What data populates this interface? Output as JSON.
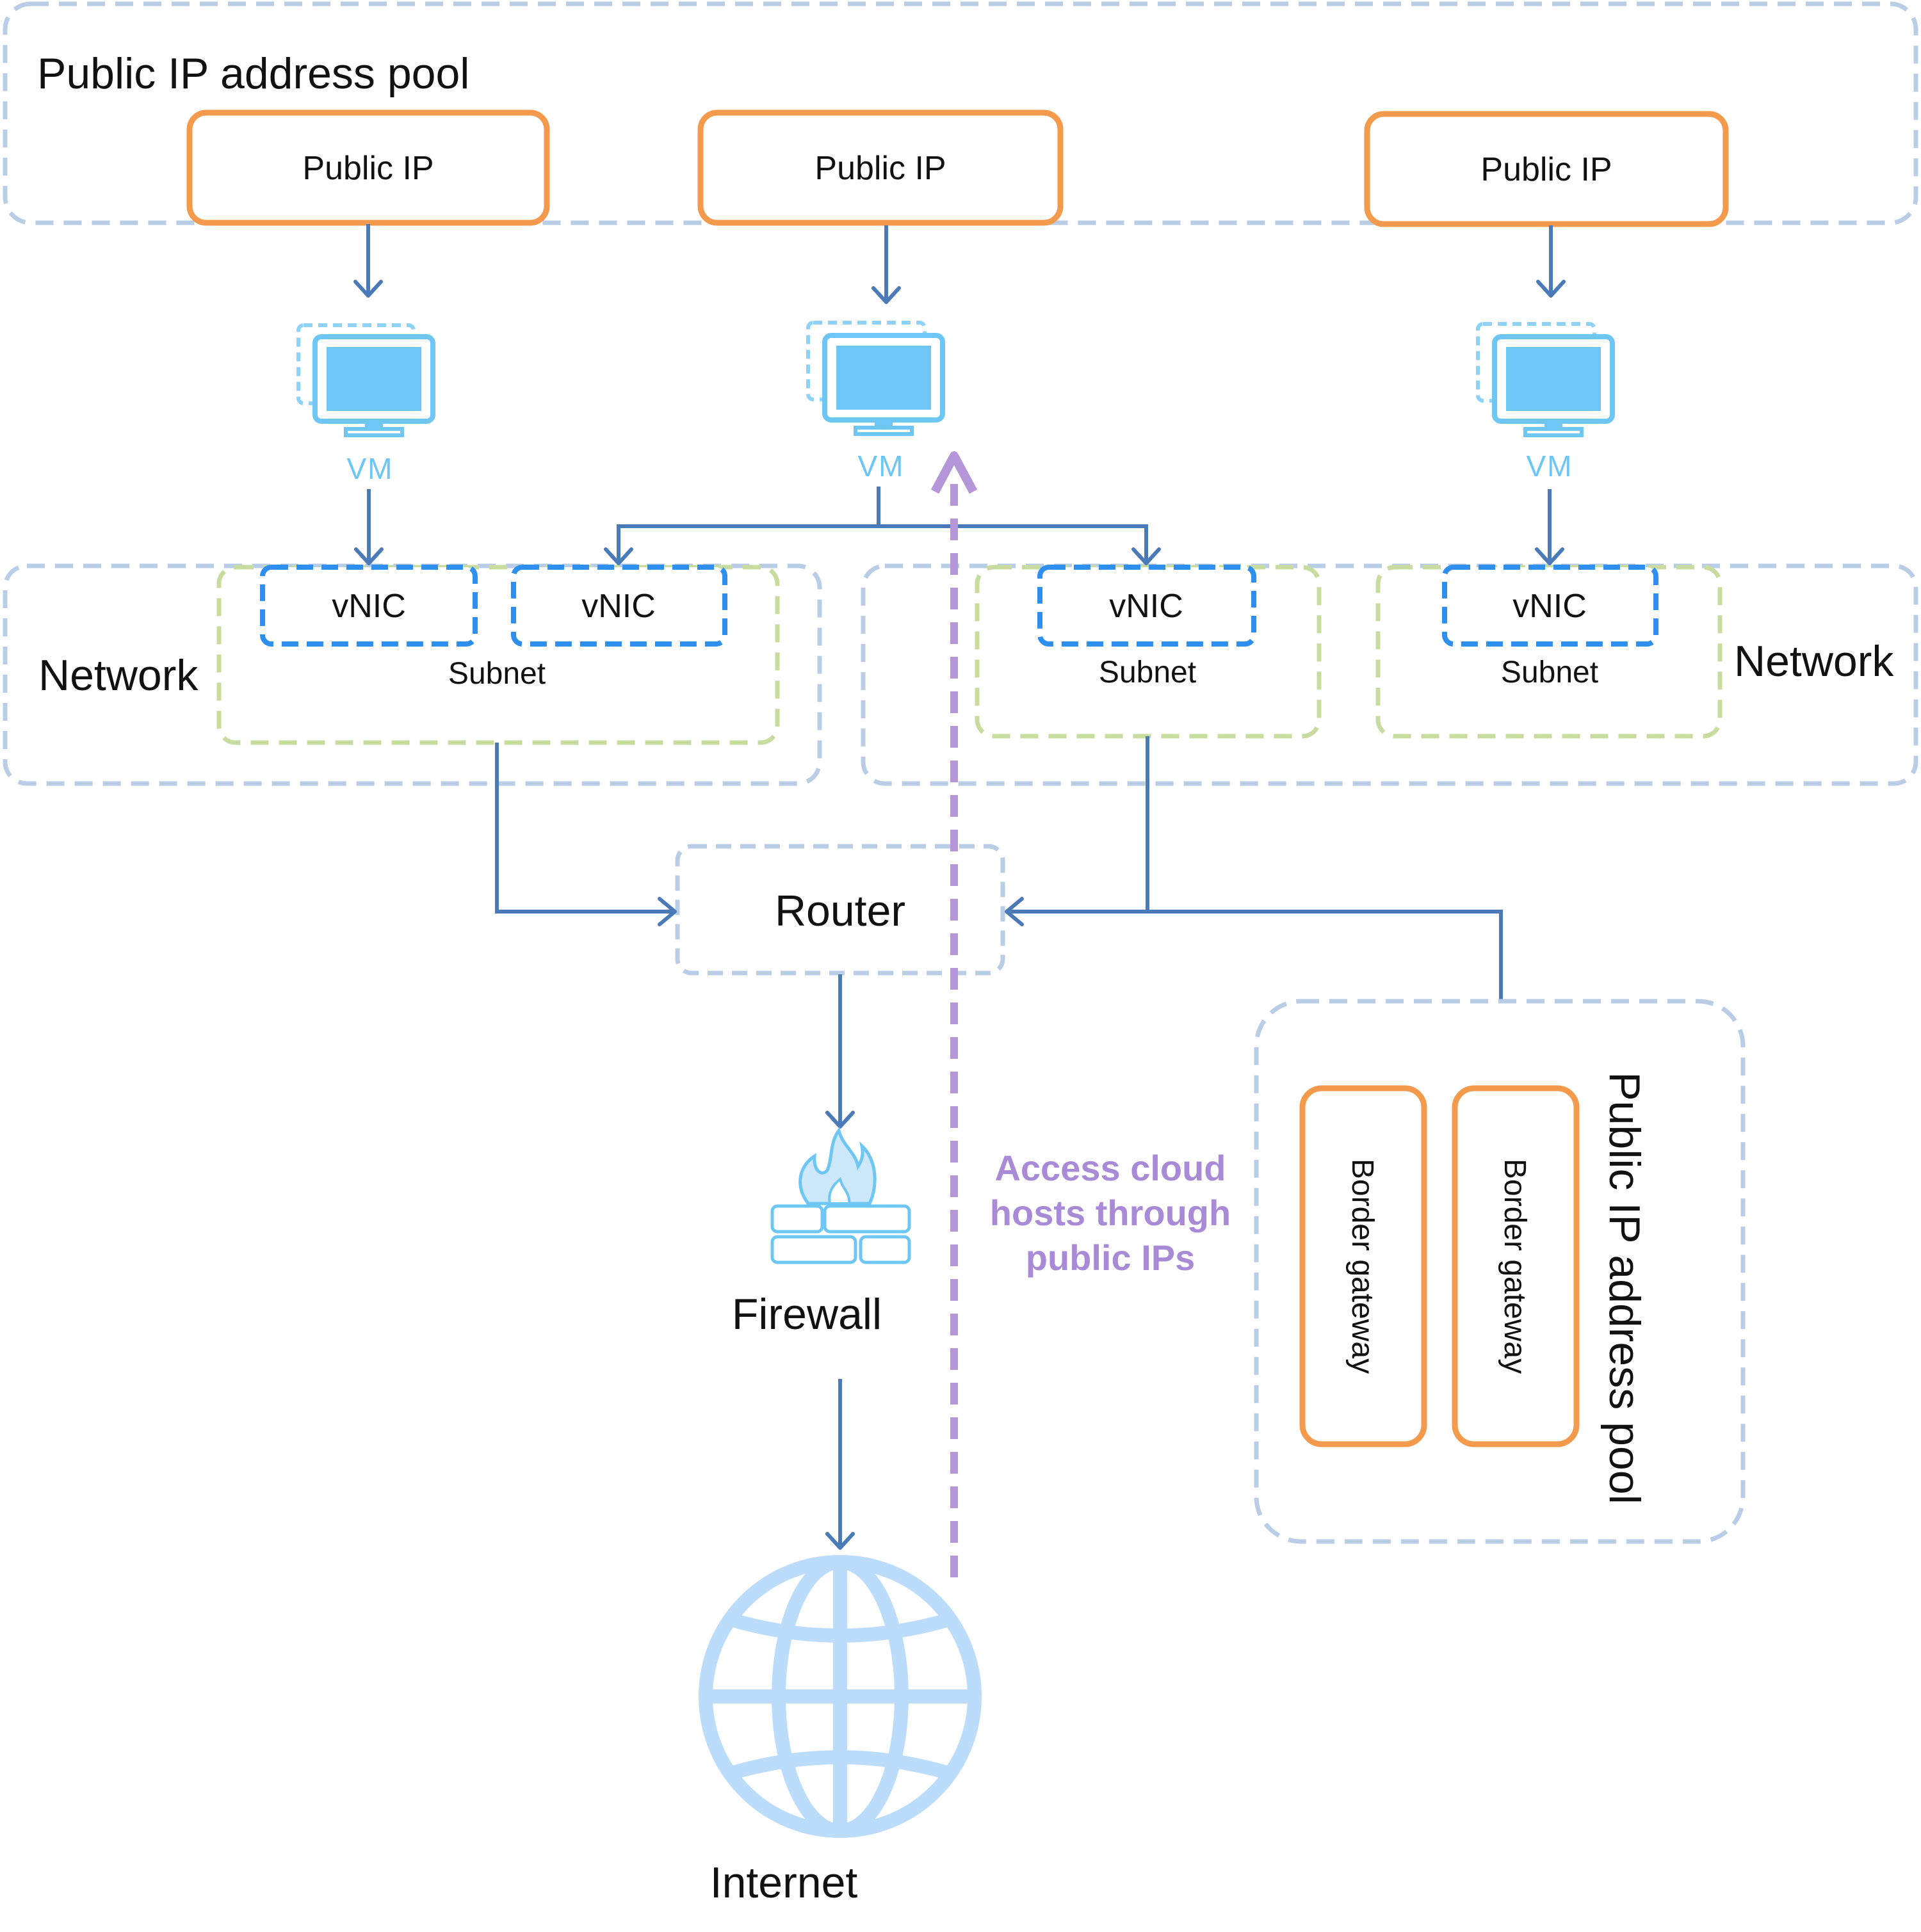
{
  "top_pool": {
    "title": "Public IP address pool",
    "public_ips": [
      "Public IP",
      "Public IP",
      "Public IP"
    ]
  },
  "vms": [
    "VM",
    "VM",
    "VM"
  ],
  "left_network": {
    "label": "Network",
    "subnet_label": "Subnet",
    "vnics": [
      "vNIC",
      "vNIC"
    ]
  },
  "right_network": {
    "label": "Network",
    "subnets": [
      {
        "label": "Subnet",
        "vnic": "vNIC"
      },
      {
        "label": "Subnet",
        "vnic": "vNIC"
      }
    ]
  },
  "router": {
    "label": "Router"
  },
  "firewall": {
    "label": "Firewall"
  },
  "internet": {
    "label": "Internet"
  },
  "access_note": [
    "Access cloud",
    "hosts through",
    "public IPs"
  ],
  "bottom_pool": {
    "title": "Public IP address pool",
    "gateways": [
      "Border gateway",
      "Border gateway"
    ]
  },
  "colors": {
    "pool_border": "#b9cde6",
    "subnet_border": "#c8dca0",
    "vnic_border": "#2f8ff0",
    "public_ip_border": "#f39a4c",
    "connector": "#4a7ab8",
    "icon_blue": "#6ec6f5",
    "globe": "#bcdcfb",
    "access_path": "#b596d9"
  },
  "icons": [
    "vm-monitor-icon",
    "firewall-icon",
    "globe-icon"
  ]
}
